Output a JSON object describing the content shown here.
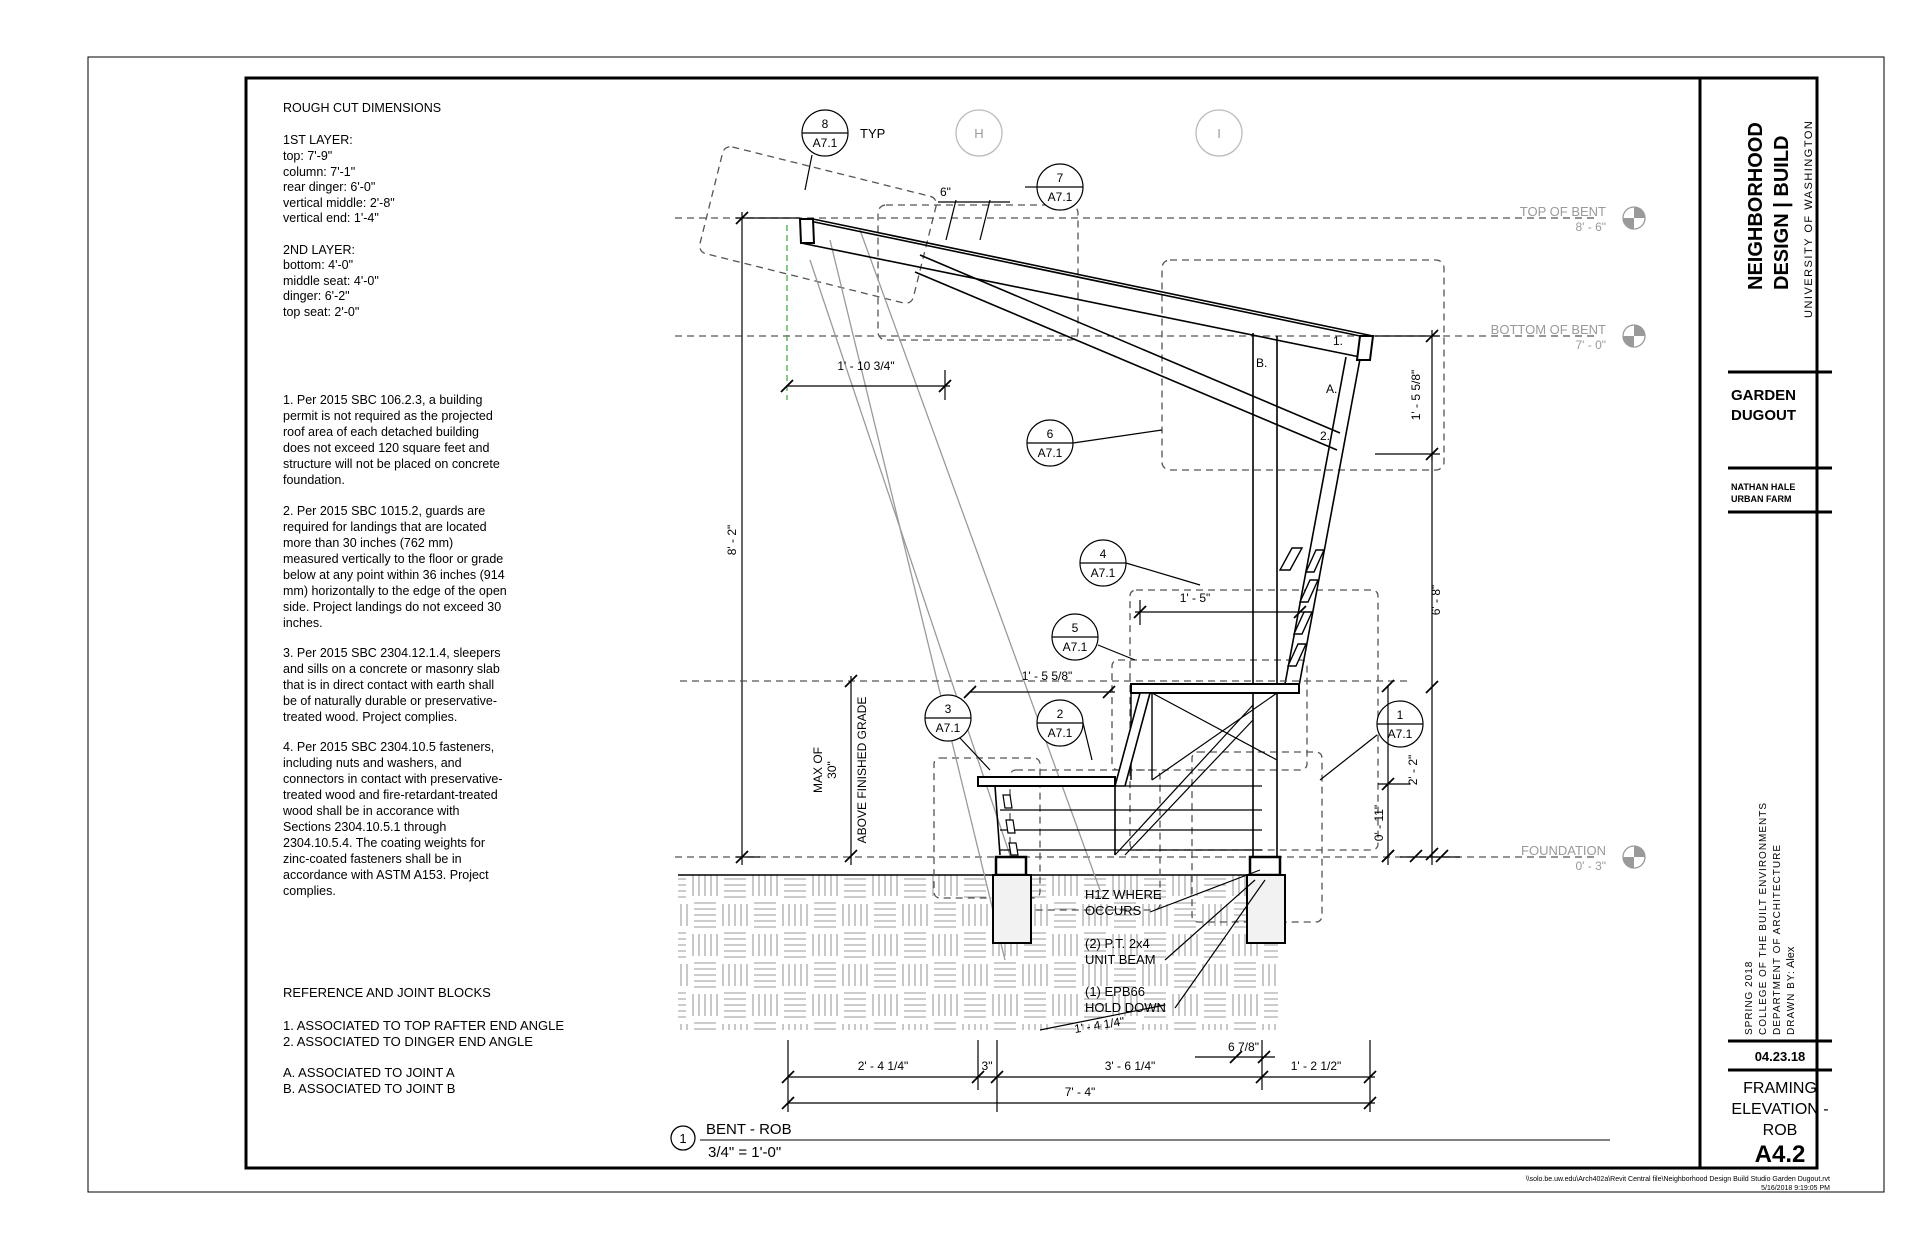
{
  "notes": {
    "rough_cut": [
      "ROUGH CUT DIMENSIONS",
      "",
      "1ST LAYER:",
      "top: 7'-9\"",
      "column: 7'-1\"",
      "rear dinger: 6'-0\"",
      "vertical middle: 2'-8\"",
      "vertical end: 1'-4\"",
      "",
      "2ND LAYER:",
      "bottom: 4'-0\"",
      "middle seat: 4'-0\"",
      "dinger: 6'-2\"",
      "top seat: 2'-0\""
    ],
    "code_notes": [
      "1. Per 2015 SBC 106.2.3, a building",
      "permit is not required as the projected",
      "roof area of each detached building",
      "does not exceed 120 square feet and",
      "structure will not be placed on concrete",
      "foundation.",
      "",
      "2. Per 2015 SBC 1015.2, guards are",
      "required for  landings that are located",
      "more than 30 inches (762 mm)",
      "measured vertically to the floor or grade",
      "below at any point within 36 inches (914",
      "mm) horizontally to the edge of the open",
      "side. Project landings do not exceed 30",
      "inches.",
      "",
      "3. Per 2015 SBC 2304.12.1.4, sleepers",
      "and sills on a concrete or masonry slab",
      "that is in direct contact with earth shall",
      "be of naturally durable or preservative-",
      "treated wood. Project complies.",
      "",
      "4. Per 2015 SBC 2304.10.5 fasteners,",
      "including nuts and washers, and",
      "connectors in contact with preservative-",
      "treated wood and fire-retardant-treated",
      "wood shall be in accorance with",
      "Sections 2304.10.5.1 through",
      "2304.10.5.4. The coating weights for",
      "zinc-coated fasteners shall be in",
      "accordance with ASTM A153. Project",
      "complies."
    ],
    "reference": [
      "REFERENCE AND JOINT BLOCKS",
      "",
      "1. ASSOCIATED TO TOP RAFTER END ANGLE",
      "2. ASSOCIATED TO DINGER END ANGLE",
      "",
      "A. ASSOCIATED TO JOINT A",
      "B. ASSOCIATED TO JOINT B"
    ]
  },
  "levels": {
    "top_of_bent": {
      "name": "TOP OF BENT",
      "value": "8' - 6\""
    },
    "bottom_of_bent": {
      "name": "BOTTOM OF BENT",
      "value": "7' - 0\""
    },
    "foundation": {
      "name": "FOUNDATION",
      "value": "0' - 3\""
    }
  },
  "grids": {
    "h": "H",
    "i": "I"
  },
  "callouts": [
    {
      "num": "8",
      "sheet": "A7.1"
    },
    {
      "num": "7",
      "sheet": "A7.1"
    },
    {
      "num": "6",
      "sheet": "A7.1"
    },
    {
      "num": "4",
      "sheet": "A7.1"
    },
    {
      "num": "5",
      "sheet": "A7.1"
    },
    {
      "num": "3",
      "sheet": "A7.1"
    },
    {
      "num": "2",
      "sheet": "A7.1"
    },
    {
      "num": "1",
      "sheet": "A7.1"
    }
  ],
  "typ": "TYP",
  "joints": {
    "one": "1.",
    "two": "2.",
    "a": "A.",
    "b": "B."
  },
  "dimensions": {
    "six_in": "6\"",
    "top_left": "1' - 10 3/4\"",
    "overall_height": "8' - 2\"",
    "rafter_drop": "1' - 5 5/8\"",
    "right_height": "6' - 8\"",
    "upper_seat": "1' - 5\"",
    "seat_width": "1' - 5 5/8\"",
    "max_of": "MAX OF",
    "thirty": "30\"",
    "above_grade": "ABOVE FINISHED GRADE",
    "two_two": "2' - 2\"",
    "zero_eleven": "0' - 11\"",
    "diag": "1' - 4 1/4\"",
    "six_seven_eighths": "6 7/8\"",
    "bot_a": "2' - 4 1/4\"",
    "bot_b": "3\"",
    "bot_c": "3' - 6 1/4\"",
    "bot_d": "1' - 2 1/2\"",
    "overall_width": "7' - 4\""
  },
  "annotations": [
    "H1Z WHERE",
    "OCCURS",
    "(2) P.T. 2x4",
    "UNIT BEAM",
    "(1) EPB66",
    "HOLD DOWN"
  ],
  "view": {
    "num": "1",
    "title": "BENT - ROB",
    "scale": "3/4\" = 1'-0\""
  },
  "titleblock": {
    "firm_line1": "NEIGHBORHOOD",
    "firm_line2": "DESIGN | BUILD",
    "university": "UNIVERSITY OF WASHINGTON",
    "project_line1": "GARDEN",
    "project_line2": "DUGOUT",
    "client_line1": "NATHAN HALE",
    "client_line2": "URBAN FARM",
    "term": "SPRING 2018",
    "college": "COLLEGE OF THE BUILT ENVIRONMENTS",
    "department": "DEPARTMENT OF ARCHITECTURE",
    "drawn_label": "DRAWN BY:",
    "drawn_by": "Alex",
    "date": "04.23.18",
    "sheet_line1": "FRAMING",
    "sheet_line2": "ELEVATION -",
    "sheet_line3": "ROB",
    "sheet_number": "A4.2"
  },
  "file_path": "\\\\solo.be.uw.edu\\Arch402a\\Revit Central file\\Neighborhood Design Build Studio Garden Dugout.rvt",
  "print_date": "5/16/2018 9:19:05 PM"
}
